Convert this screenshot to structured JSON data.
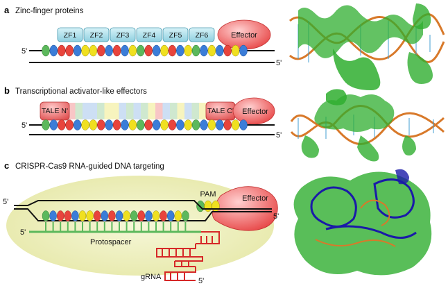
{
  "panels": {
    "a": {
      "letter": "a",
      "title": "Zinc-finger proteins",
      "fingers": [
        "ZF1",
        "ZF2",
        "ZF3",
        "ZF4",
        "ZF5",
        "ZF6"
      ],
      "effector": "Effector",
      "strand_top": "5'",
      "strand_bottom": "5'"
    },
    "b": {
      "letter": "b",
      "title": "Transcriptional activator-like effectors",
      "tale_n": "TALE N'",
      "tale_c": "TALE C'",
      "effector": "Effector",
      "strand_top": "5'",
      "strand_bottom": "5'"
    },
    "c": {
      "letter": "c",
      "title": "CRISPR-Cas9 RNA-guided DNA targeting",
      "pam": "PAM",
      "effector": "Effector",
      "strand_top": "5'",
      "strand_right": "5'",
      "guide_5prime": "5'",
      "protospacer": "Protospacer",
      "grna": "gRNA",
      "grna_end": "5'"
    }
  },
  "colors": {
    "base_green": "#5cb85c",
    "base_blue": "#3b7dd8",
    "base_red": "#e8443c",
    "base_yellow": "#f0e020",
    "effector": "#e84a4a",
    "zf_box": "#bfe8f0",
    "protein": "#2fae2f",
    "rna": "#1a1aa8",
    "dna_backbone": "#d8792a",
    "cas9_bg": "#eef0b8",
    "grna": "#d62828",
    "guide_green": "#5cb85c"
  },
  "icons": [
    "zinc-finger-structure",
    "tale-structure",
    "cas9-structure"
  ]
}
